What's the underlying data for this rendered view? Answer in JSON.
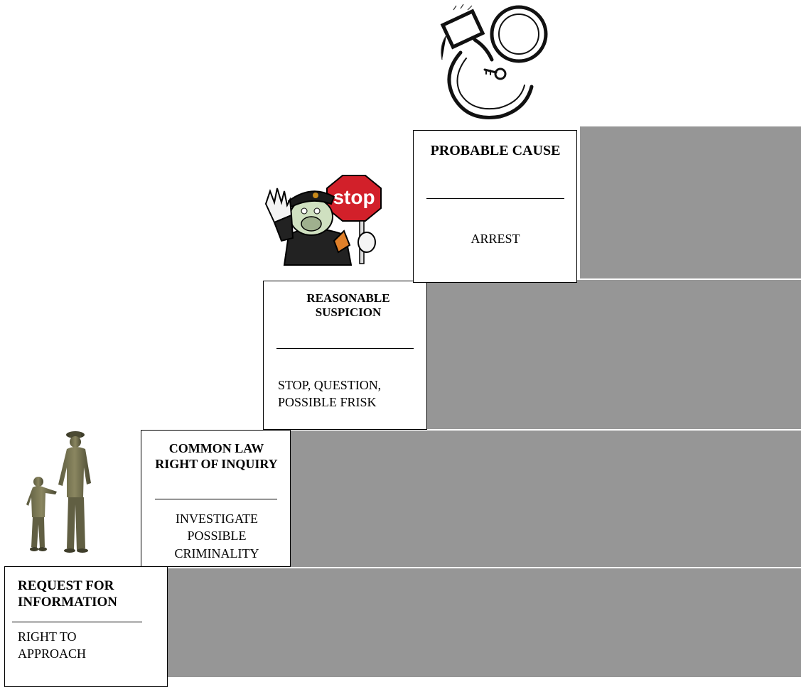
{
  "steps": [
    {
      "title": "REQUEST FOR INFORMATION",
      "action": "RIGHT TO APPROACH",
      "illustration": "police-officer-with-child-statue"
    },
    {
      "title": "COMMON LAW RIGHT OF INQUIRY",
      "action": "INVESTIGATE POSSIBLE CRIMINALITY",
      "illustration": ""
    },
    {
      "title": "REASONABLE SUSPICION",
      "action": "STOP, QUESTION, POSSIBLE FRISK",
      "illustration": "cartoon-officer-with-stop-sign"
    },
    {
      "title": "PROBABLE CAUSE",
      "action": "ARREST",
      "illustration": "handcuffs-drawing"
    }
  ],
  "stop_sign_text": "stop",
  "colors": {
    "stair_fill": "#969696",
    "stop_red": "#d2202a"
  }
}
